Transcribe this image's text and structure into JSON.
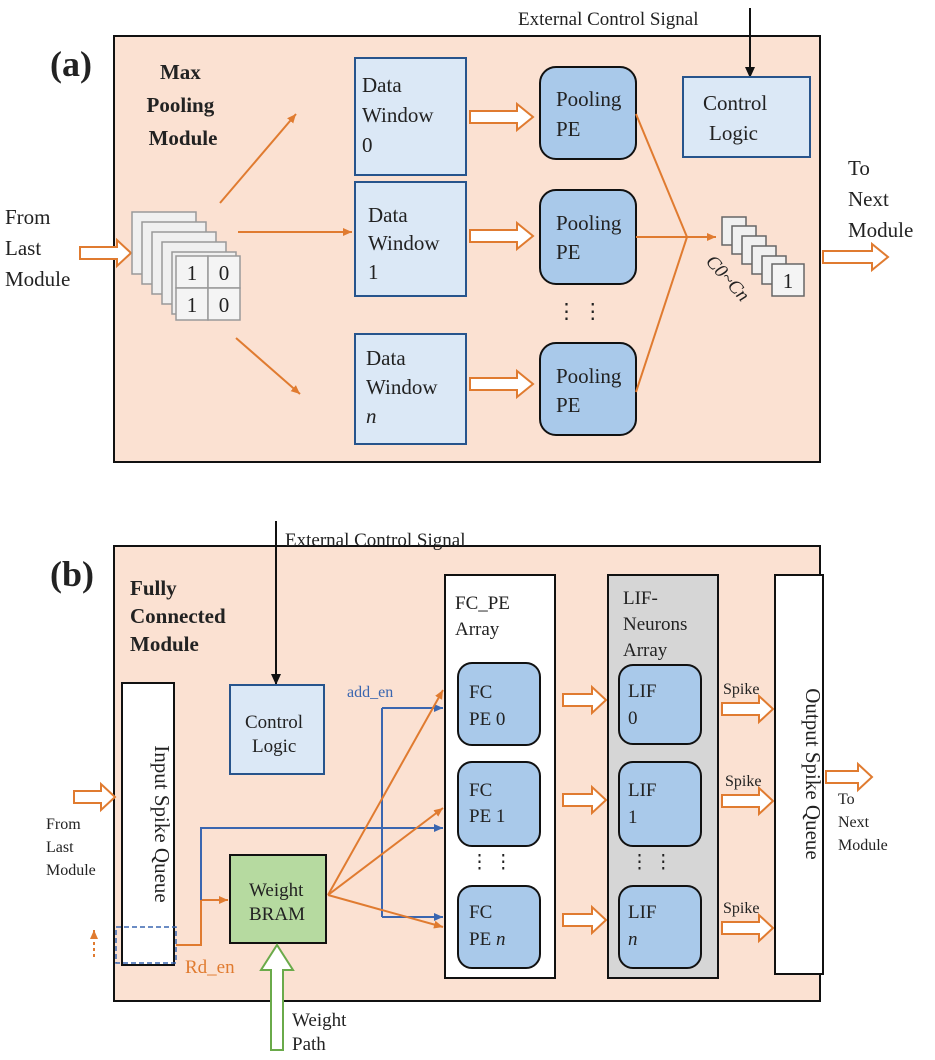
{
  "panel_a": {
    "tag": "(a)",
    "external_signal": "External Control Signal",
    "module_title": [
      "Max",
      "Pooling",
      "Module"
    ],
    "input_label": [
      "From",
      "Last",
      "Module"
    ],
    "output_label": [
      "To",
      "Next",
      "Module"
    ],
    "windows": [
      {
        "lines": [
          "Data",
          "Window",
          "0"
        ]
      },
      {
        "lines": [
          "Data",
          "Window",
          "1"
        ]
      },
      {
        "lines": [
          "Data",
          "Window",
          "n"
        ]
      }
    ],
    "pooling_pe": [
      "Pooling",
      "PE"
    ],
    "control_logic": [
      "Control",
      "Logic"
    ],
    "input_matrix": [
      "1",
      "0",
      "1",
      "0"
    ],
    "input_matrix_back": "1",
    "output_value": "1",
    "output_label_stack": "C0~Cn",
    "ellipsis": "⋮ ⋮"
  },
  "panel_b": {
    "tag": "(b)",
    "external_signal": "External Control Signal",
    "module_title": [
      "Fully",
      "Connected",
      "Module"
    ],
    "input_label": [
      "From",
      "Last",
      "Module"
    ],
    "output_label": [
      "To",
      "Next",
      "Module"
    ],
    "input_queue": "Input Spike Queue",
    "output_queue": "Output Spike Queue",
    "control_logic": [
      "Control",
      "Logic"
    ],
    "weight_bram": [
      "Weight",
      "BRAM"
    ],
    "weight_path": [
      "Weight",
      "Path"
    ],
    "add_en": "add_en",
    "rd_en": "Rd_en",
    "fc_array_title": [
      "FC_PE",
      "Array"
    ],
    "lif_array_title": [
      "LIF-",
      "Neurons",
      "Array"
    ],
    "fc_pes": [
      {
        "line1": "FC",
        "line2": "PE 0"
      },
      {
        "line1": "FC",
        "line2": "PE 1"
      },
      {
        "line1": "FC",
        "line2": "PE n"
      }
    ],
    "lifs": [
      {
        "line1": "LIF",
        "line2": "0"
      },
      {
        "line1": "LIF",
        "line2": "1"
      },
      {
        "line1": "LIF",
        "line2": "n"
      }
    ],
    "spike": "Spike",
    "ellipsis": "⋮ ⋮"
  },
  "colors": {
    "module_bg": "#fbe1d2",
    "window_fill": "#dbe8f6",
    "pe_fill": "#a9c9ea",
    "bram_fill": "#b6daa0",
    "lif_panel": "#d6d6d6",
    "orange": "#e07b30",
    "blue": "#3a66b0"
  }
}
